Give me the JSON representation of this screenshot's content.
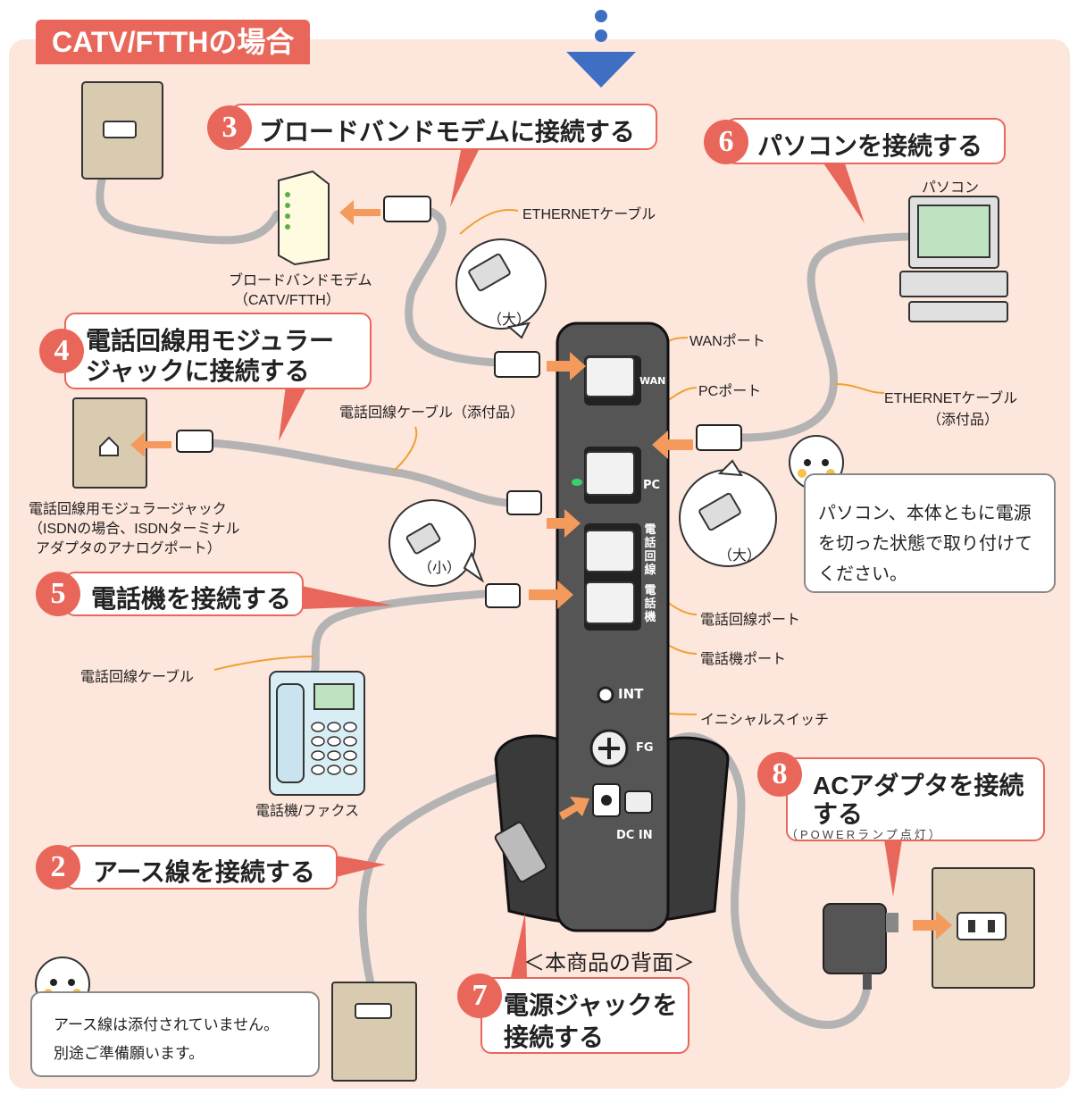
{
  "title": "CATV/FTTHの場合",
  "steps": {
    "s3": {
      "num": "3",
      "label": "ブロードバンドモデムに接続する"
    },
    "s6": {
      "num": "6",
      "label": "パソコンを接続する"
    },
    "s4": {
      "num": "4",
      "label_line1": "電話回線用モジュラー",
      "label_line2": "ジャックに接続する"
    },
    "s5": {
      "num": "5",
      "label": "電話機を接続する"
    },
    "s2": {
      "num": "2",
      "label": "アース線を接続する"
    },
    "s7": {
      "num": "7",
      "label_line1": "電源ジャックを",
      "label_line2": "接続する"
    },
    "s8": {
      "num": "8",
      "label_line1": "ACアダプタを接続",
      "label_line2": "する",
      "sub": "（POWERランプ点灯）"
    }
  },
  "labels": {
    "ethernet_cable": "ETHERNETケーブル",
    "modem_line1": "ブロードバンドモデム",
    "modem_line2": "（CATV/FTTH）",
    "large1": "（大）",
    "large2": "（大）",
    "small": "（小）",
    "wan_port": "WANポート",
    "pc_port": "PCポート",
    "pc": "パソコン",
    "ethernet_cable_included_1": "ETHERNETケーブル",
    "ethernet_cable_included_2": "（添付品）",
    "phone_cable_included": "電話回線ケーブル（添付品）",
    "jack_line1": "電話回線用モジュラージャック",
    "jack_line2": "（ISDNの場合、ISDNターミナル",
    "jack_line3": "アダプタのアナログポート）",
    "line_port": "電話回線ポート",
    "phone_port": "電話機ポート",
    "phone_cable": "電話回線ケーブル",
    "initial_switch": "イニシャルスイッチ",
    "phone_fax": "電話機/ファクス",
    "back_view": "＜本商品の背面＞"
  },
  "device": {
    "wan": "WAN",
    "pc": "PC",
    "line_vert": "電話回線",
    "phone_vert": "電話機",
    "int": "INT",
    "fg": "FG",
    "dc_in": "DC IN"
  },
  "notes": {
    "pc_note": "パソコン、本体ともに電源を切った状態で取り付けてください。",
    "earth_note_1": "アース線は添付されていません。",
    "earth_note_2": "別途ご準備願います。"
  },
  "colors": {
    "accent": "#e8675a",
    "panel": "#fde6dc",
    "arrow": "#f39a5c",
    "down_arrow": "#3f6fc2",
    "device": "#555555",
    "wall_plate": "#d8cbb0"
  }
}
